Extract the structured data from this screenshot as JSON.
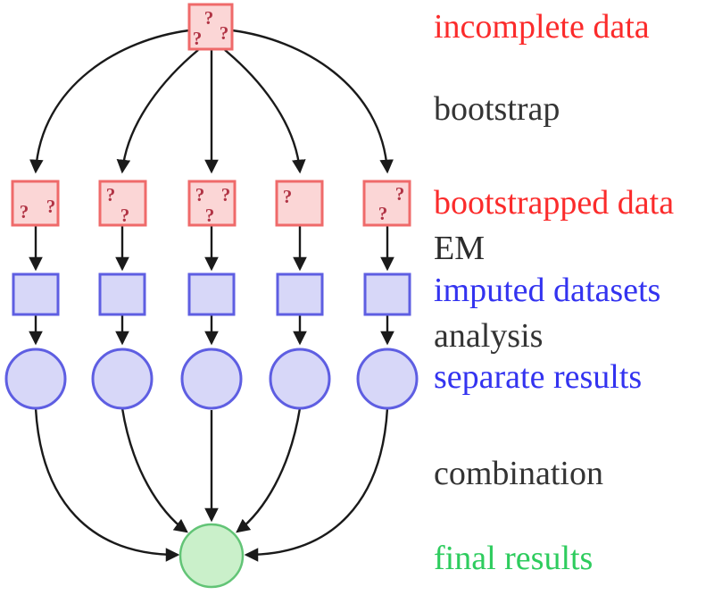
{
  "colors": {
    "arrow": "#1a1a1a",
    "qmark": "#b13445",
    "red_stroke": "#ef6a6a",
    "red_fill": "#fbd6d6",
    "blue_stroke": "#5e5ee2",
    "blue_fill": "#d7d7f8",
    "green_stroke": "#62c476",
    "green_fill": "#caf0ca",
    "text_red": "#fb2b2b",
    "text_dark": "#343434",
    "text_blue": "#3333f0",
    "text_green": "#2ecc5e"
  },
  "labels": [
    {
      "text": "incomplete data",
      "color": "#fb2b2b"
    },
    {
      "text": "bootstrap",
      "color": "#343434"
    },
    {
      "text": "bootstrapped data",
      "color": "#fb2b2b"
    },
    {
      "text": "EM",
      "color": "#2b2b2b"
    },
    {
      "text": "imputed datasets",
      "color": "#3333f0"
    },
    {
      "text": "analysis",
      "color": "#343434"
    },
    {
      "text": "separate results",
      "color": "#3333f0"
    },
    {
      "text": "combination",
      "color": "#343434"
    },
    {
      "text": "final results",
      "color": "#2ecc5e"
    }
  ],
  "nodes": {
    "incomplete": {
      "marks": [
        "?",
        "?",
        "?"
      ]
    },
    "bootstrapped": [
      {
        "marks": [
          "?",
          "?"
        ]
      },
      {
        "marks": [
          "?",
          "?"
        ]
      },
      {
        "marks": [
          "?",
          "?",
          "?"
        ]
      },
      {
        "marks": [
          "?"
        ]
      },
      {
        "marks": [
          "?",
          "?"
        ]
      }
    ]
  }
}
